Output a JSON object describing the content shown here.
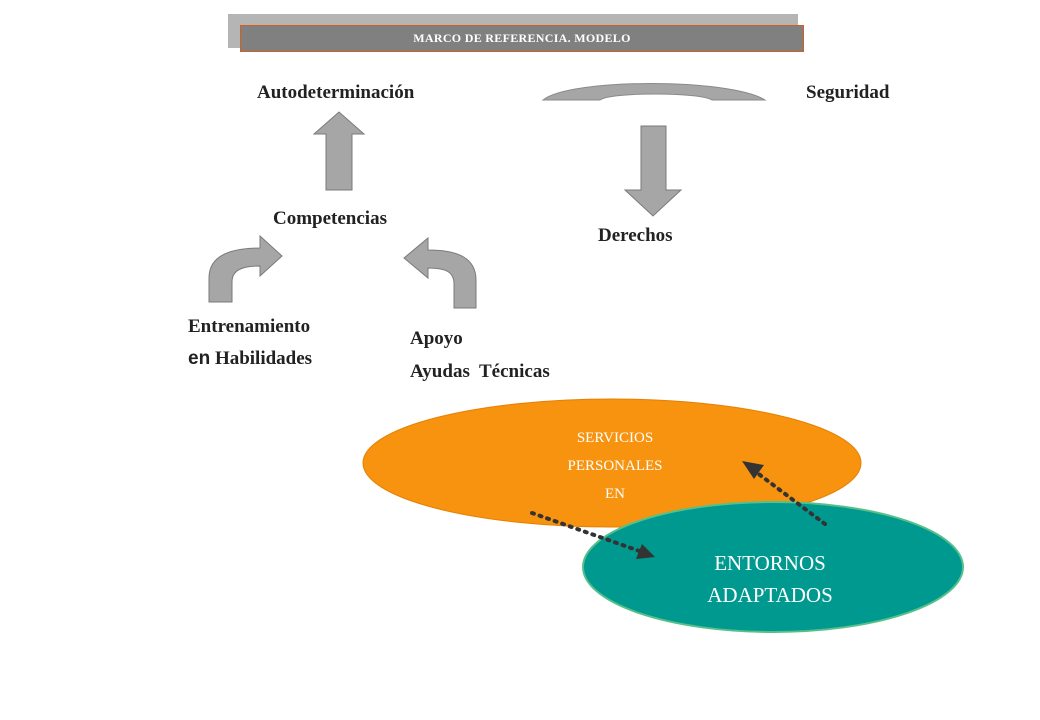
{
  "title": "MARCO DE REFERENCIA. MODELO",
  "labels": {
    "autodeterminacion": "Autodeterminación",
    "seguridad": "Seguridad",
    "competencias": "Competencias",
    "derechos": "Derechos",
    "entrenamiento_line1": "Entrenamiento",
    "entrenamiento_en": "en",
    "entrenamiento_line2": "Habilidades",
    "apoyo": "Apoyo",
    "ayudas_tecnicas": "Ayudas  Técnicas"
  },
  "ovals": {
    "servicios": {
      "line1": "SERVICIOS",
      "line2": "PERSONALES",
      "line3": "EN",
      "color": "#f7930e"
    },
    "entornos": {
      "line1": "ENTORNOS",
      "line2": "ADAPTADOS",
      "color": "#00998f"
    }
  },
  "colors": {
    "arrow_fill": "#a6a6a6",
    "banner": "#808080",
    "dotted_arrow": "#333333"
  }
}
